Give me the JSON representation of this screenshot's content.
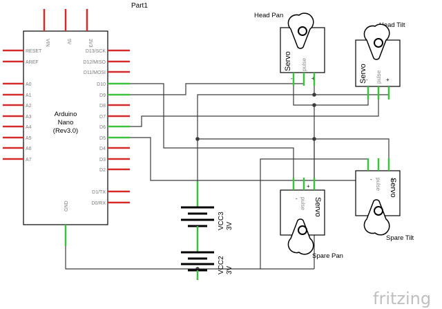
{
  "part_title": "Part1",
  "arduino": {
    "name_line1": "Arduino",
    "name_line2": "Nano",
    "name_line3": "(Rev3.0)",
    "top_pins": [
      "VIN",
      "5V",
      "3V3"
    ],
    "left_pins": [
      "RESET",
      "AREF",
      "A0",
      "A1",
      "A2",
      "A3",
      "A4",
      "A5",
      "A6",
      "A7"
    ],
    "right_pins": [
      "D13/SCK",
      "D12/MISO",
      "D11/MOSI",
      "D10",
      "D9",
      "D8",
      "D7",
      "D6",
      "D5",
      "D4",
      "D3",
      "D2",
      "D1/TX",
      "D0/RX"
    ],
    "bottom_pin": "GND"
  },
  "servos": {
    "head_pan": {
      "label": "Head Pan",
      "type": "Servo",
      "signal": "pulse",
      "minus": "-",
      "plus": "+"
    },
    "head_tilt": {
      "label": "Head Tilt",
      "type": "Servo",
      "signal": "pulse",
      "minus": "-",
      "plus": "+"
    },
    "spare_pan": {
      "label": "Spare Pan",
      "type": "Servo",
      "signal": "pulse",
      "minus": "-",
      "plus": "+"
    },
    "spare_tilt": {
      "label": "Spare Tilt",
      "type": "Servo",
      "signal": "pulse",
      "minus": "-",
      "plus": "+"
    }
  },
  "batteries": {
    "vcc3": {
      "name": "VCC3",
      "voltage": "3V"
    },
    "vcc2": {
      "name": "VCC2",
      "voltage": "3V"
    }
  },
  "brand": "fritzing",
  "colors": {
    "pin_red": "#d62a2a",
    "pin_green": "#3cc13c",
    "wire": "#3a3a3a"
  }
}
